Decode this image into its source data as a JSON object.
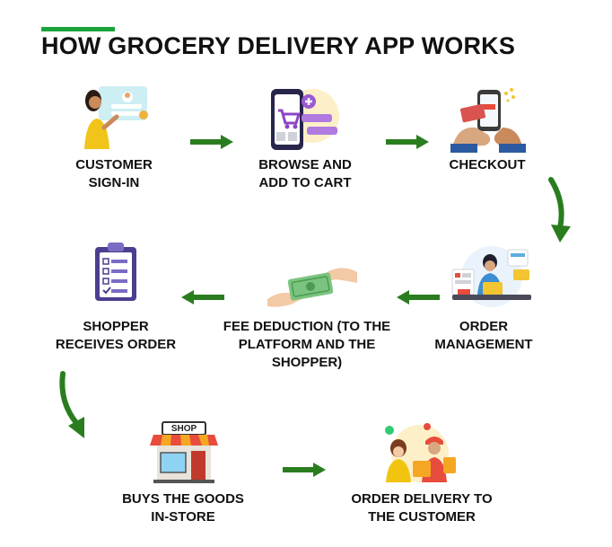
{
  "title": "HOW GROCERY DELIVERY APP WORKS",
  "colors": {
    "accent": "#1aa33a",
    "arrow": "#2a7d1f",
    "text": "#111111"
  },
  "steps": [
    {
      "label": "CUSTOMER\nSIGN-IN",
      "icon": "customer-signin-icon"
    },
    {
      "label": "BROWSE AND\nADD TO CART",
      "icon": "phone-cart-icon"
    },
    {
      "label": "CHECKOUT",
      "icon": "checkout-card-icon"
    },
    {
      "label": "ORDER\nMANAGEMENT",
      "icon": "order-management-icon"
    },
    {
      "label": "FEE DEDUCTION (TO THE\nPLATFORM AND THE\nSHOPPER)",
      "icon": "money-handover-icon"
    },
    {
      "label": "SHOPPER\nRECEIVES ORDER",
      "icon": "clipboard-checklist-icon"
    },
    {
      "label": "BUYS THE GOODS\nIN-STORE",
      "icon": "shop-storefront-icon"
    },
    {
      "label": "ORDER DELIVERY TO\nTHE CUSTOMER",
      "icon": "delivery-courier-icon"
    }
  ],
  "shop_sign": "SHOP"
}
